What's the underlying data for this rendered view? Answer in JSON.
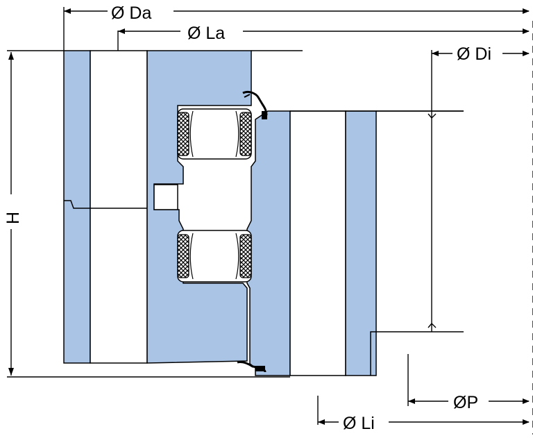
{
  "labels": {
    "outer_diameter": "Ø Da",
    "outer_bolt_circle": "Ø La",
    "inner_diameter": "Ø Di",
    "height": "H",
    "pitch_diameter": "ØP",
    "inner_bolt_circle": "Ø Li"
  },
  "colors": {
    "fill": "#aac4e6",
    "line": "#000000",
    "background": "#ffffff"
  }
}
